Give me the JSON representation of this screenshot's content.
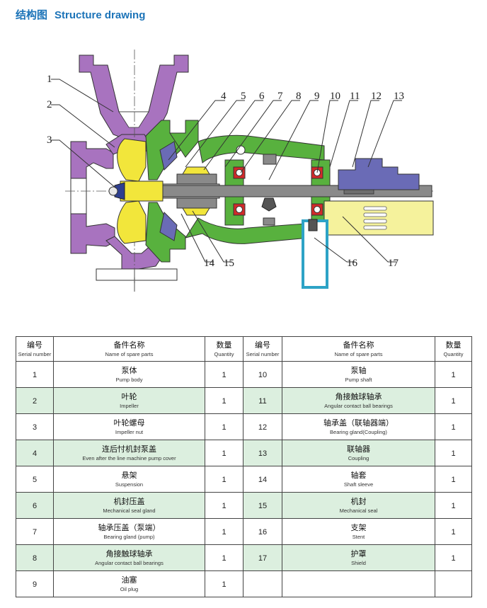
{
  "title": {
    "cn": "结构图",
    "en": "Structure drawing"
  },
  "callouts": [
    "1",
    "2",
    "3",
    "4",
    "5",
    "6",
    "7",
    "8",
    "9",
    "10",
    "11",
    "12",
    "13",
    "14",
    "15",
    "16",
    "17"
  ],
  "colors": {
    "pump_body": "#a873bf",
    "impeller": "#f2e63b",
    "cover": "#58b13e",
    "bracket": "#2da3c6",
    "coupling": "#6a6bb6",
    "shield": "#f5f29c",
    "shaft": "#8a8a8a",
    "bearing": "#d22a2a",
    "table_shade": "#dcefdf",
    "title": "#1b73b8"
  },
  "table": {
    "headers": {
      "serial_cn": "编号",
      "serial_en": "Serial number",
      "name_cn": "备件名称",
      "name_en": "Name of spare parts",
      "qty_cn": "数量",
      "qty_en": "Quantity"
    },
    "rows": [
      {
        "left": {
          "no": "1",
          "cn": "泵体",
          "en": "Pump body",
          "qty": "1"
        },
        "right": {
          "no": "10",
          "cn": "泵轴",
          "en": "Pump shaft",
          "qty": "1"
        }
      },
      {
        "left": {
          "no": "2",
          "cn": "叶轮",
          "en": "Impeller",
          "qty": "1"
        },
        "right": {
          "no": "11",
          "cn": "角接触球轴承",
          "en": "Angular contact ball bearings",
          "qty": "1"
        }
      },
      {
        "left": {
          "no": "3",
          "cn": "叶轮螺母",
          "en": "Impeller nut",
          "qty": "1"
        },
        "right": {
          "no": "12",
          "cn": "轴承盖（联轴器端）",
          "en": "Bearing gland(Coupling)",
          "qty": "1"
        }
      },
      {
        "left": {
          "no": "4",
          "cn": "连后忖机封泵盖",
          "en": "Even after the line machine pump cover",
          "qty": "1"
        },
        "right": {
          "no": "13",
          "cn": "联轴器",
          "en": "Coupling",
          "qty": "1"
        }
      },
      {
        "left": {
          "no": "5",
          "cn": "悬架",
          "en": "Suspension",
          "qty": "1"
        },
        "right": {
          "no": "14",
          "cn": "轴套",
          "en": "Shaft sleeve",
          "qty": "1"
        }
      },
      {
        "left": {
          "no": "6",
          "cn": "机封压盖",
          "en": "Mechanical seal gland",
          "qty": "1"
        },
        "right": {
          "no": "15",
          "cn": "机封",
          "en": "Mechanical seal",
          "qty": "1"
        }
      },
      {
        "left": {
          "no": "7",
          "cn": "轴承压盖（泵端）",
          "en": "Bearing gland (pump)",
          "qty": "1"
        },
        "right": {
          "no": "16",
          "cn": "支架",
          "en": "Stent",
          "qty": "1"
        }
      },
      {
        "left": {
          "no": "8",
          "cn": "角接触球轴承",
          "en": "Angular contact ball bearings",
          "qty": "1"
        },
        "right": {
          "no": "17",
          "cn": "护罩",
          "en": "Shield",
          "qty": "1"
        }
      },
      {
        "left": {
          "no": "9",
          "cn": "油塞",
          "en": "Oil plug",
          "qty": "1"
        },
        "right": {
          "no": "",
          "cn": "",
          "en": "",
          "qty": ""
        }
      }
    ]
  }
}
